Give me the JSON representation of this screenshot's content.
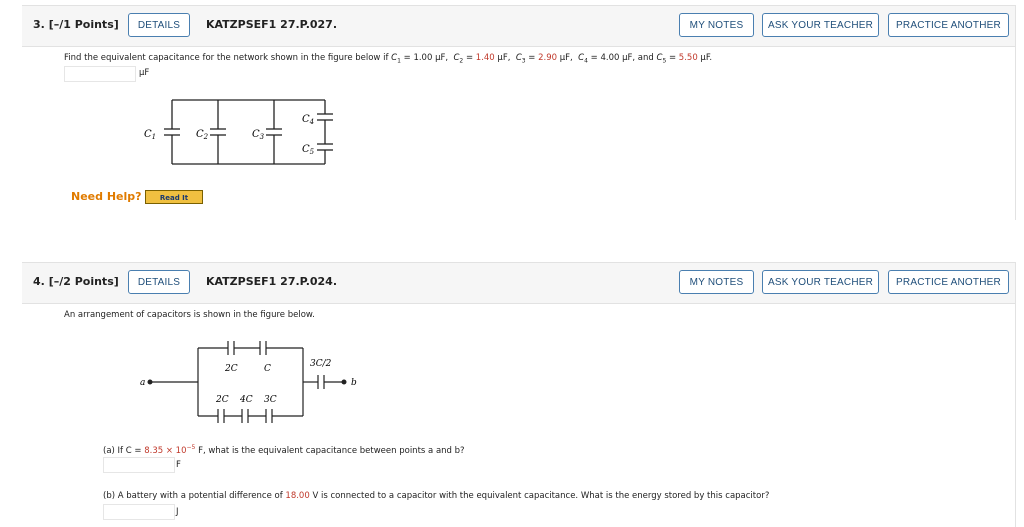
{
  "q3": {
    "number": "3.",
    "points": "[–/1 Points]",
    "details": "DETAILS",
    "code": "KATZPSEF1 27.P.027.",
    "my_notes": "MY NOTES",
    "ask_teacher": "ASK YOUR TEACHER",
    "practice": "PRACTICE ANOTHER",
    "prompt_start": "Find the equivalent capacitance for the network shown in the figure below if",
    "c1_label": "C",
    "c1_val": "= 1.00 µF,",
    "c2_val": "1.40",
    "c3_val": "2.90",
    "c4_val": "= 4.00 µF,",
    "c5_val": "5.50",
    "unit": "µF",
    "figure_labels": [
      "C1",
      "C2",
      "C3",
      "C4",
      "C5"
    ],
    "need_help": "Need Help?",
    "read_it": "Read It"
  },
  "q4": {
    "number": "4.",
    "points": "[–/2 Points]",
    "details": "DETAILS",
    "code": "KATZPSEF1 27.P.024.",
    "my_notes": "MY NOTES",
    "ask_teacher": "ASK YOUR TEACHER",
    "practice": "PRACTICE ANOTHER",
    "prompt": "An arrangement of capacitors is shown in the figure below.",
    "figure_labels": [
      "2C",
      "C",
      "2C",
      "4C",
      "3C",
      "3C/2",
      "a",
      "b"
    ],
    "part_a_prefix": "(a) If  C =",
    "part_a_value": "8.35 × 10",
    "part_a_exp": "−5",
    "part_a_suffix": "F,  what is the equivalent capacitance between points a and b?",
    "part_a_unit": "F",
    "part_b_prefix": "(b) A battery with a potential difference of",
    "part_b_value": "18.00",
    "part_b_suffix": "V is connected to a capacitor with the equivalent capacitance. What is the energy stored by this capacitor?",
    "part_b_unit": "J"
  },
  "colors": {
    "accent_red": "#c0392b",
    "button_border": "#4a7fb0",
    "need_help": "#e07b00"
  }
}
